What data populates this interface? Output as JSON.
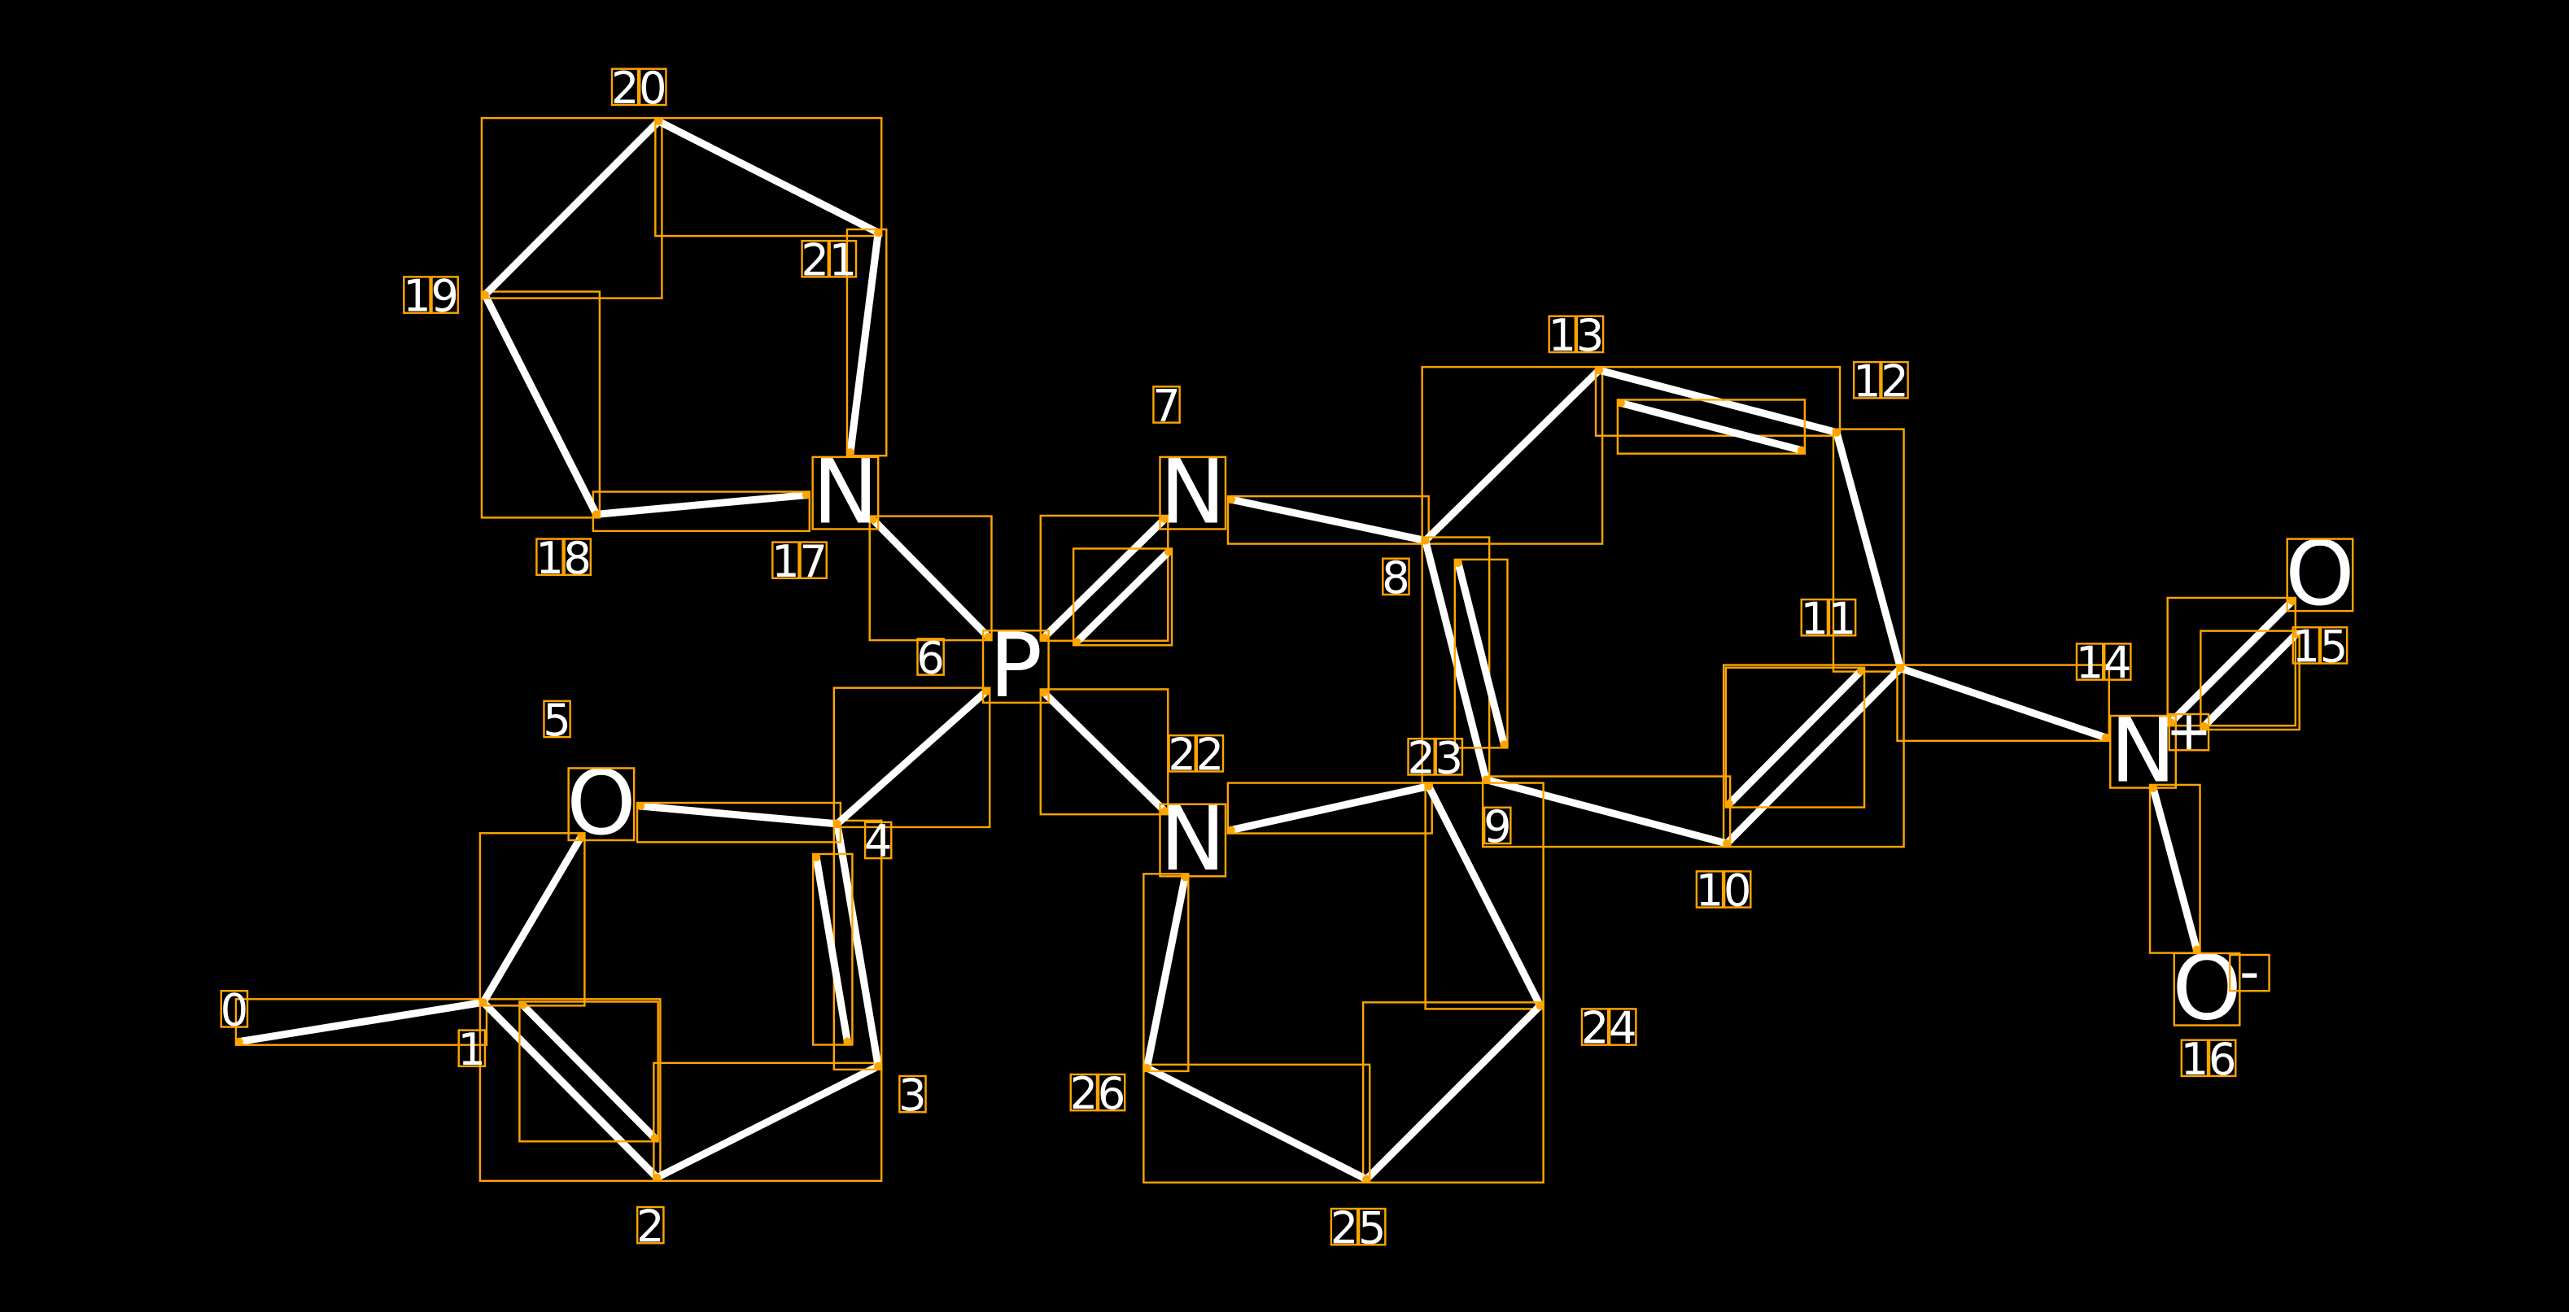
{
  "title": "Molecule structure with atom indices",
  "colors": {
    "background": "#000000",
    "bond": "#FFFFFF",
    "box": "#FFA500"
  },
  "atoms": [
    {
      "index": "0",
      "symbol": ""
    },
    {
      "index": "1",
      "symbol": ""
    },
    {
      "index": "2",
      "symbol": ""
    },
    {
      "index": "3",
      "symbol": ""
    },
    {
      "index": "4",
      "symbol": ""
    },
    {
      "index": "5",
      "symbol": "O"
    },
    {
      "index": "6",
      "symbol": "P"
    },
    {
      "index": "7",
      "symbol": "N"
    },
    {
      "index": "8",
      "symbol": ""
    },
    {
      "index": "9",
      "symbol": ""
    },
    {
      "index": "10",
      "symbol": ""
    },
    {
      "index": "11",
      "symbol": ""
    },
    {
      "index": "12",
      "symbol": ""
    },
    {
      "index": "13",
      "symbol": ""
    },
    {
      "index": "14",
      "symbol": "N",
      "charge": "+"
    },
    {
      "index": "15",
      "symbol": "O"
    },
    {
      "index": "16",
      "symbol": "O",
      "charge": "-"
    },
    {
      "index": "17",
      "symbol": "N"
    },
    {
      "index": "18",
      "symbol": ""
    },
    {
      "index": "19",
      "symbol": ""
    },
    {
      "index": "20",
      "symbol": ""
    },
    {
      "index": "21",
      "symbol": ""
    },
    {
      "index": "22",
      "symbol": "N"
    },
    {
      "index": "23",
      "symbol": ""
    },
    {
      "index": "24",
      "symbol": ""
    },
    {
      "index": "25",
      "symbol": ""
    },
    {
      "index": "26",
      "symbol": ""
    }
  ],
  "bonds": [
    {
      "a": 0,
      "b": 1,
      "order": 1
    },
    {
      "a": 1,
      "b": 2,
      "order": 2
    },
    {
      "a": 2,
      "b": 3,
      "order": 1
    },
    {
      "a": 3,
      "b": 4,
      "order": 2
    },
    {
      "a": 4,
      "b": 5,
      "order": 1
    },
    {
      "a": 5,
      "b": 1,
      "order": 1
    },
    {
      "a": 4,
      "b": 6,
      "order": 1
    },
    {
      "a": 6,
      "b": 7,
      "order": 2
    },
    {
      "a": 6,
      "b": 17,
      "order": 1
    },
    {
      "a": 6,
      "b": 22,
      "order": 1
    },
    {
      "a": 7,
      "b": 8,
      "order": 1
    },
    {
      "a": 8,
      "b": 13,
      "order": 1
    },
    {
      "a": 13,
      "b": 12,
      "order": 2
    },
    {
      "a": 12,
      "b": 11,
      "order": 1
    },
    {
      "a": 11,
      "b": 10,
      "order": 2
    },
    {
      "a": 10,
      "b": 9,
      "order": 1
    },
    {
      "a": 9,
      "b": 8,
      "order": 2
    },
    {
      "a": 11,
      "b": 14,
      "order": 1
    },
    {
      "a": 14,
      "b": 15,
      "order": 2
    },
    {
      "a": 14,
      "b": 16,
      "order": 1
    },
    {
      "a": 17,
      "b": 18,
      "order": 1
    },
    {
      "a": 18,
      "b": 19,
      "order": 1
    },
    {
      "a": 19,
      "b": 20,
      "order": 1
    },
    {
      "a": 20,
      "b": 21,
      "order": 1
    },
    {
      "a": 21,
      "b": 17,
      "order": 1
    },
    {
      "a": 22,
      "b": 23,
      "order": 1
    },
    {
      "a": 23,
      "b": 24,
      "order": 1
    },
    {
      "a": 24,
      "b": 25,
      "order": 1
    },
    {
      "a": 25,
      "b": 26,
      "order": 1
    },
    {
      "a": 26,
      "b": 22,
      "order": 1
    }
  ]
}
